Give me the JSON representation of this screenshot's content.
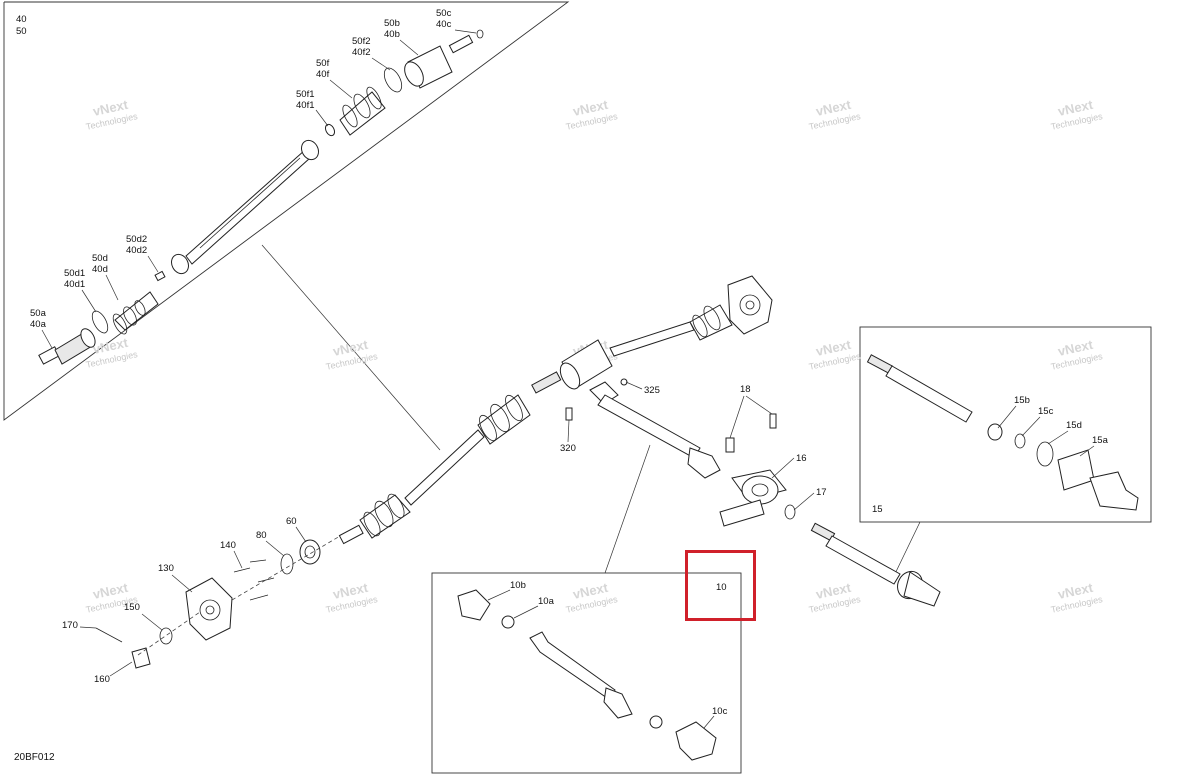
{
  "diagram": {
    "code": "20BF012",
    "highlight_label": "10",
    "highlight_color": "#d0202a",
    "watermark": {
      "line1": "vNext",
      "line2": "Technologies"
    },
    "labels": {
      "l40": "40",
      "l50": "50",
      "l50c": "50c",
      "l40c": "40c",
      "l50b": "50b",
      "l40b": "40b",
      "l50f2": "50f2",
      "l40f2": "40f2",
      "l50f": "50f",
      "l40f": "40f",
      "l50f1": "50f1",
      "l40f1": "40f1",
      "l50d2": "50d2",
      "l40d2": "40d2",
      "l50d": "50d",
      "l40d": "40d",
      "l50d1": "50d1",
      "l40d1": "40d1",
      "l50a": "50a",
      "l40a": "40a",
      "l325": "325",
      "l320": "320",
      "l18": "18",
      "l16": "16",
      "l17": "17",
      "l15b": "15b",
      "l15c": "15c",
      "l15d": "15d",
      "l15a": "15a",
      "l15": "15",
      "l140": "140",
      "l80": "80",
      "l60": "60",
      "l130": "130",
      "l150": "150",
      "l170": "170",
      "l160": "160",
      "l10b": "10b",
      "l10a": "10a",
      "l10c": "10c"
    }
  }
}
